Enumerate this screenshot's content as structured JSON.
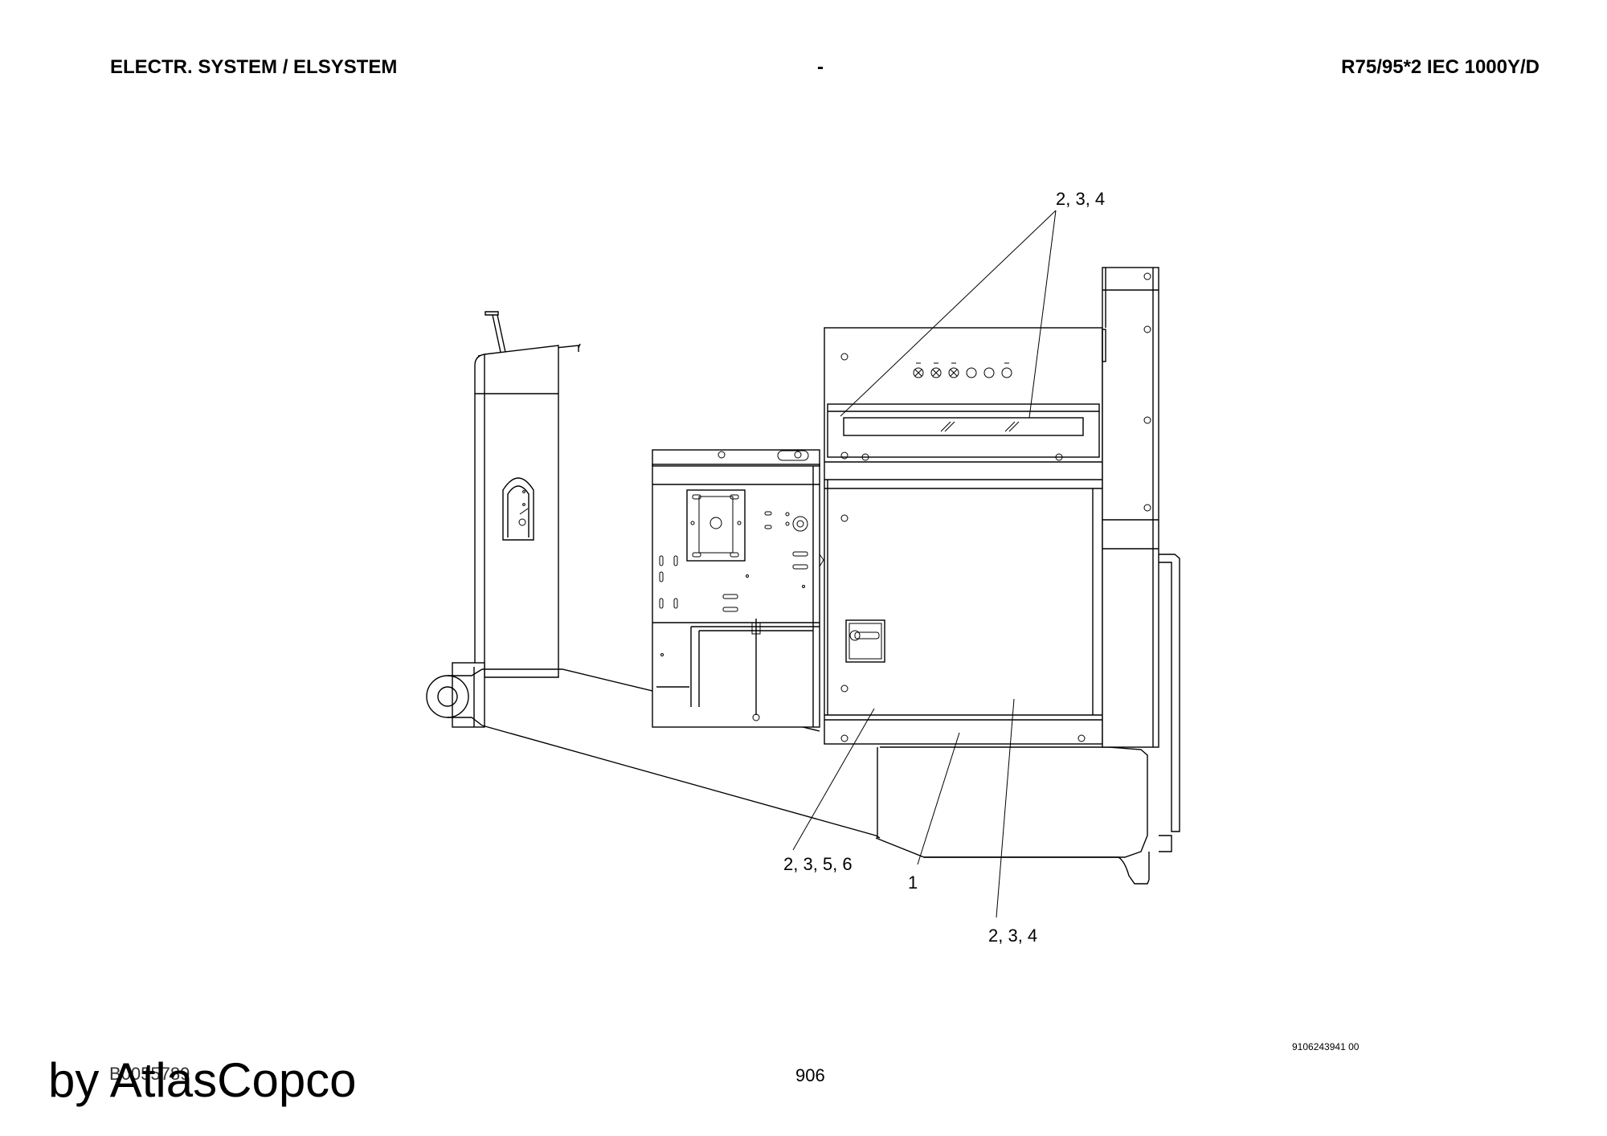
{
  "header": {
    "left": "ELECTR. SYSTEM / ELSYSTEM",
    "center": "-",
    "right": "R75/95*2 IEC 1000Y/D"
  },
  "diagram": {
    "callouts": {
      "top": "2, 3, 4",
      "bottom_left": "2, 3, 5, 6",
      "bottom_center": "1",
      "bottom_right": "2, 3, 4"
    }
  },
  "footer": {
    "doc_number": "9106243941 00",
    "page_number": "906",
    "part_ref": "B0055789",
    "watermark": "by AtlasCopco"
  }
}
